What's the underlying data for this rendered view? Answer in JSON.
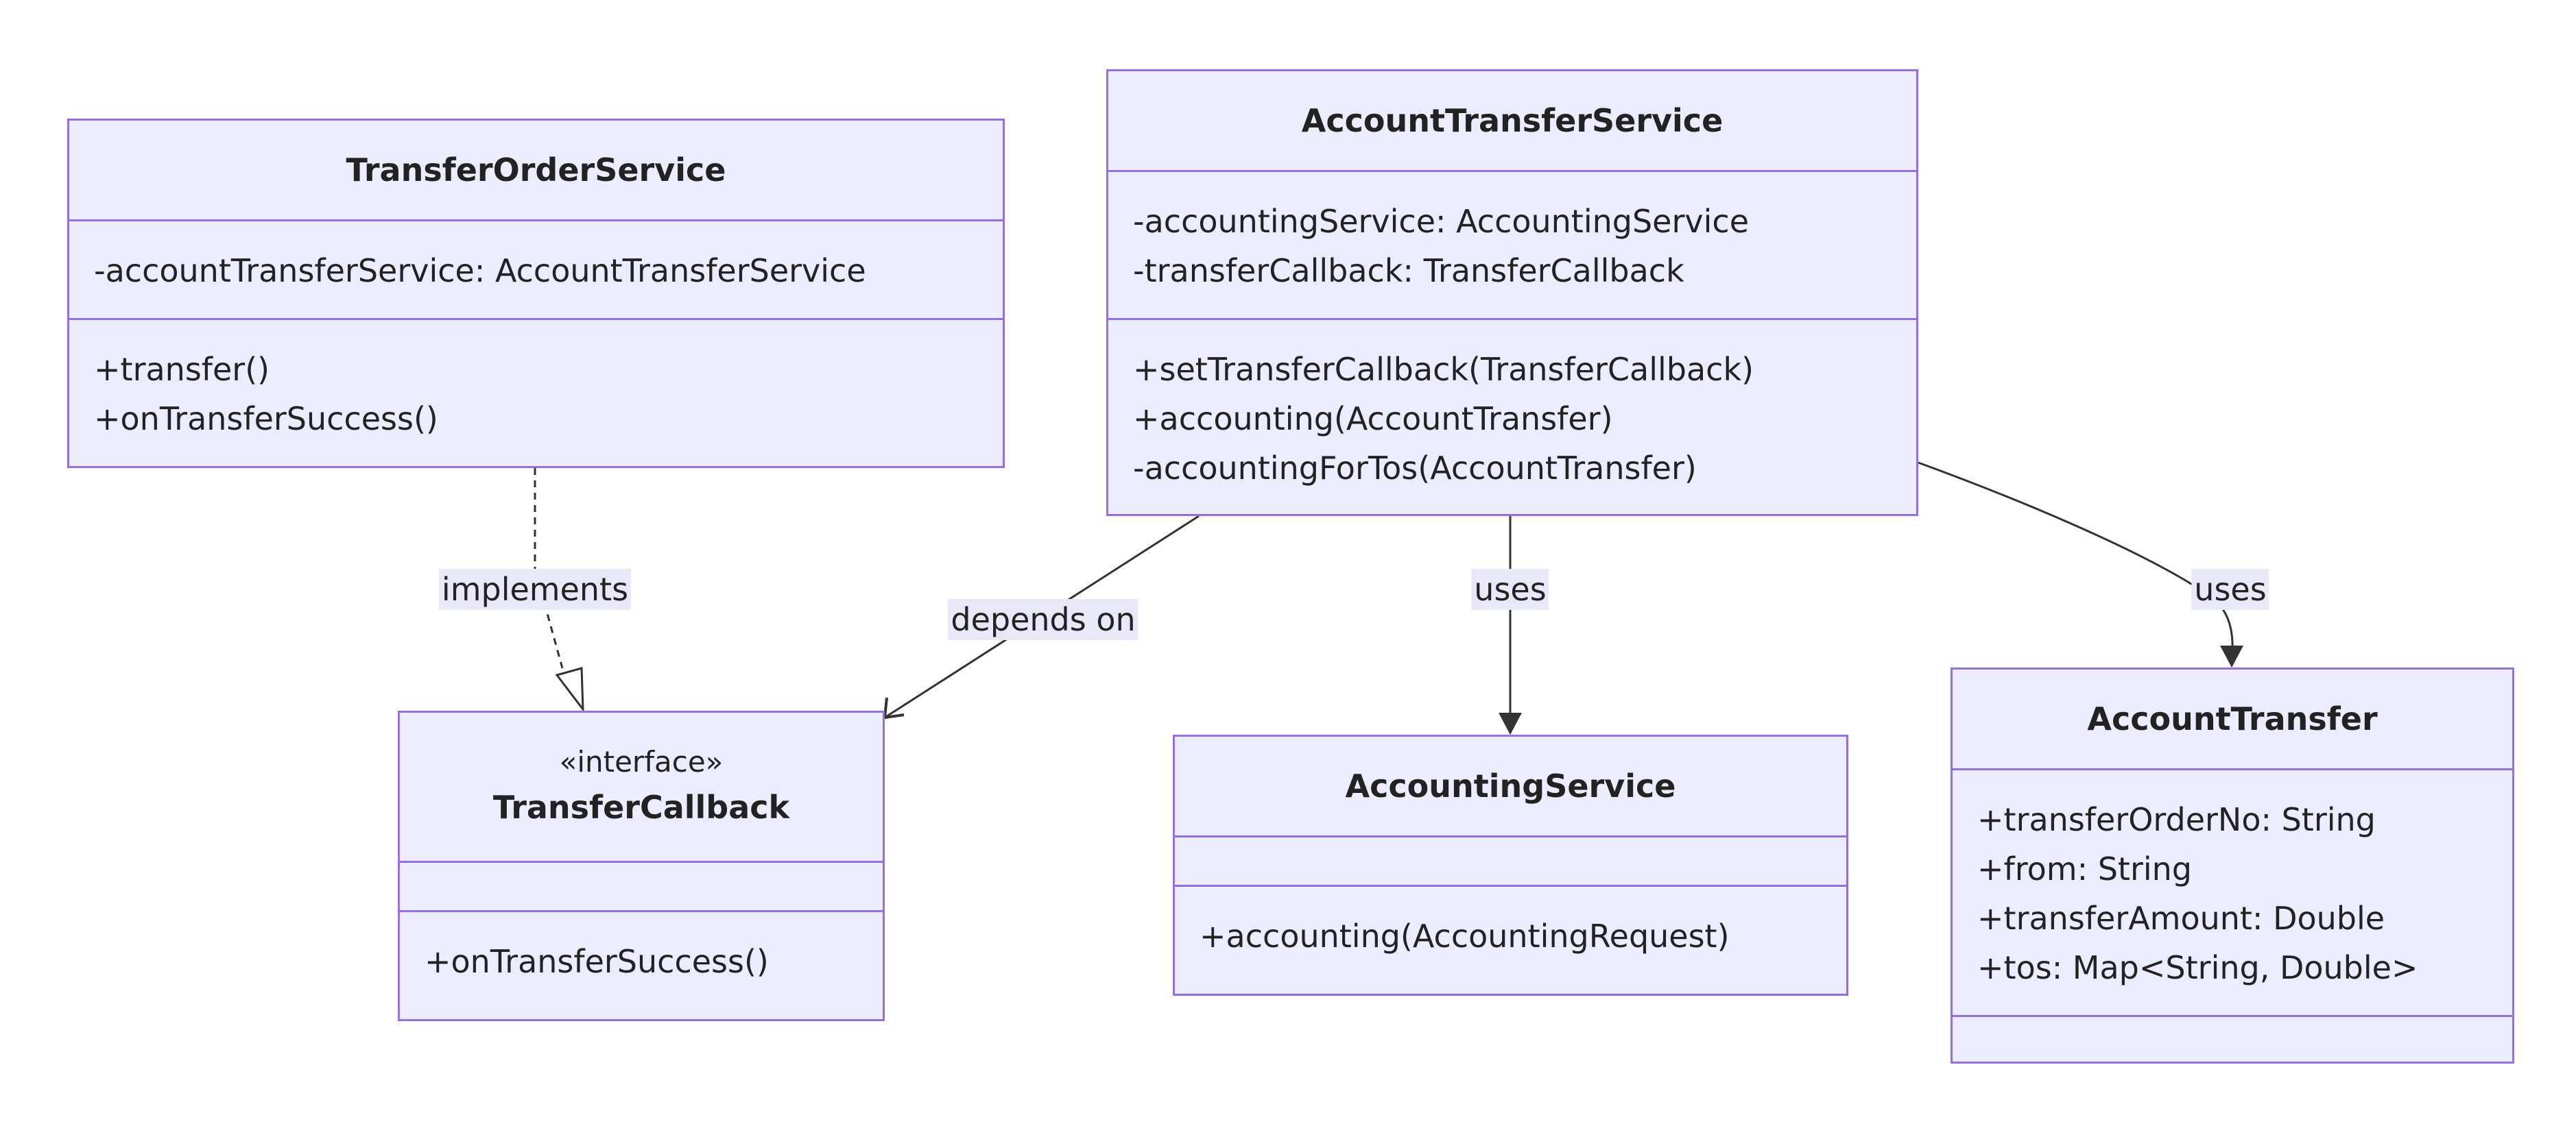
{
  "classes": {
    "transfer_order_service": {
      "name": "TransferOrderService",
      "attributes": [
        "-accountTransferService: AccountTransferService"
      ],
      "methods": [
        "+transfer()",
        "+onTransferSuccess()"
      ]
    },
    "account_transfer_service": {
      "name": "AccountTransferService",
      "attributes": [
        "-accountingService: AccountingService",
        "-transferCallback: TransferCallback"
      ],
      "methods": [
        "+setTransferCallback(TransferCallback)",
        "+accounting(AccountTransfer)",
        "-accountingForTos(AccountTransfer)"
      ]
    },
    "transfer_callback": {
      "stereotype": "«interface»",
      "name": "TransferCallback",
      "attributes": [],
      "methods": [
        "+onTransferSuccess()"
      ]
    },
    "accounting_service": {
      "name": "AccountingService",
      "attributes": [],
      "methods": [
        "+accounting(AccountingRequest)"
      ]
    },
    "account_transfer": {
      "name": "AccountTransfer",
      "attributes": [
        "+transferOrderNo: String",
        "+from: String",
        "+transferAmount: Double",
        "+tos: Map<String, Double>"
      ],
      "methods": []
    }
  },
  "relations": {
    "implements": "implements",
    "depends_on": "depends on",
    "uses_accounting_service": "uses",
    "uses_account_transfer": "uses"
  },
  "colors": {
    "class_fill": "#ececff",
    "class_border": "#9370db",
    "edge": "#333333",
    "label_bg": "#e8e8f8"
  }
}
